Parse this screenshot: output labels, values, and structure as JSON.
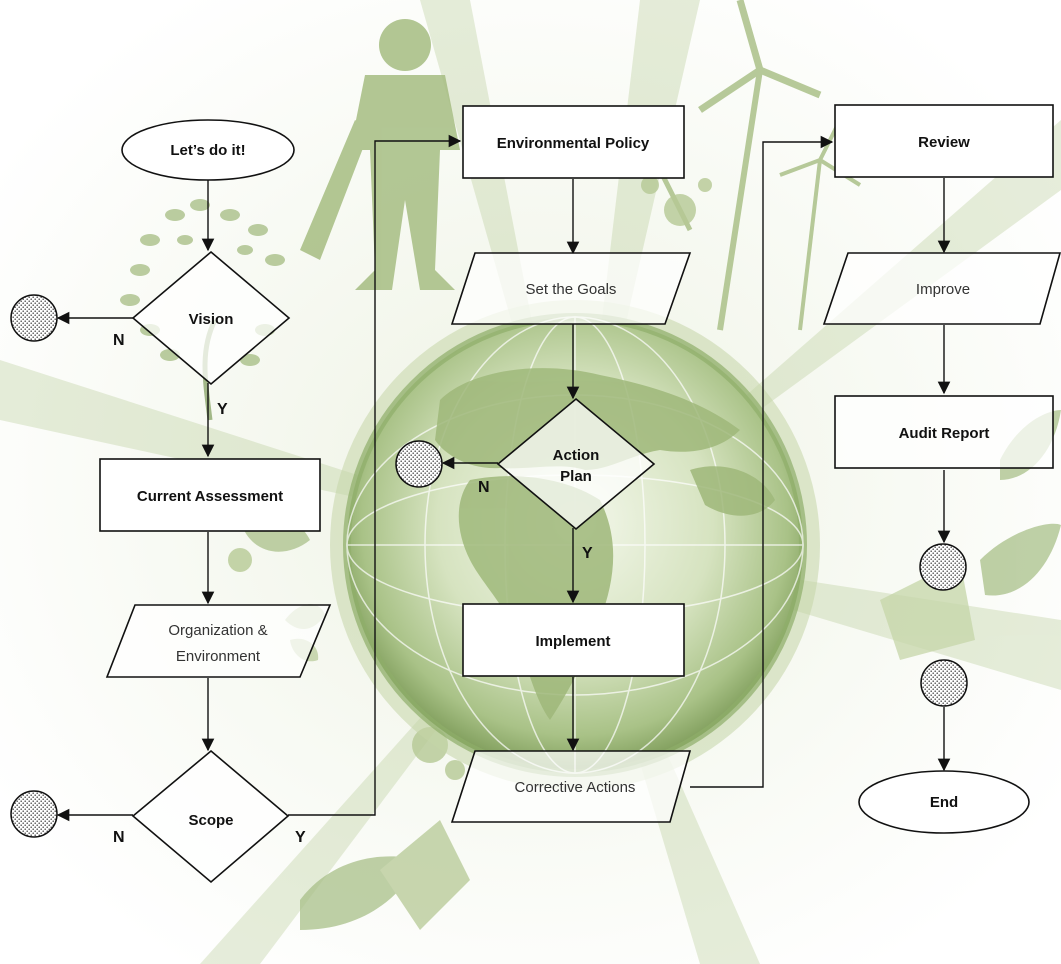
{
  "colors": {
    "background_green": "#8fae6a",
    "dark_green": "#5e7f3c",
    "light_green": "#cfdcb5",
    "stroke": "#111111"
  },
  "nodes": {
    "start": "Let’s do it!",
    "vision": "Vision",
    "current_assessment": "Current Assessment",
    "org_env_line1": "Organization &",
    "org_env_line2": "Environment",
    "scope": "Scope",
    "environmental_policy": "Environmental Policy",
    "set_goals": "Set the Goals",
    "action_plan_line1": "Action",
    "action_plan_line2": "Plan",
    "implement": "Implement",
    "corrective_actions": "Corrective Actions",
    "review": "Review",
    "improve": "Improve",
    "audit_report": "Audit Report",
    "end": "End"
  },
  "labels": {
    "vision_no": "N",
    "vision_yes": "Y",
    "scope_no": "N",
    "scope_yes": "Y",
    "action_no": "N",
    "action_yes": "Y"
  },
  "connector_icon": "dotted-circle-connector",
  "background_icons": [
    "globe-icon",
    "tree-icon",
    "wind-turbine-icon",
    "businessman-icon",
    "gear-icon",
    "leaf-icon"
  ]
}
